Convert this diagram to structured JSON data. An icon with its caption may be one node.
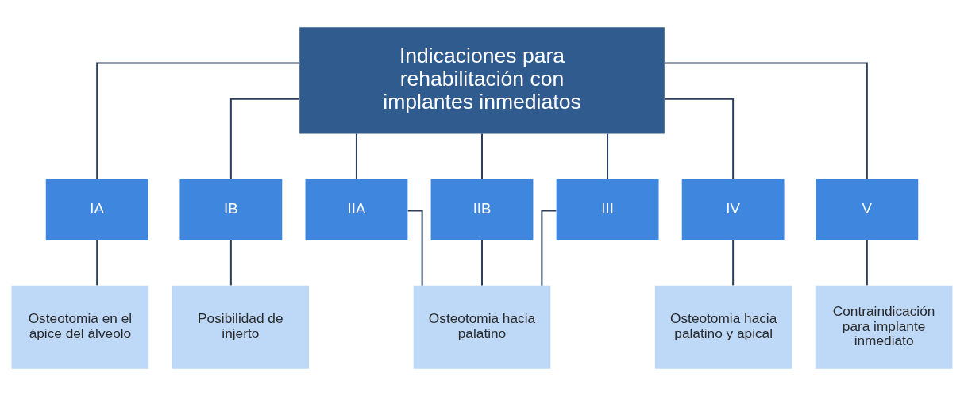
{
  "diagram": {
    "nodes": [
      {
        "text": [
          "Indicaciones para rehabilitación con implantes inmediatos"
        ]
      },
      {
        "text": [
          "IA"
        ]
      },
      {
        "text": [
          "IB"
        ]
      },
      {
        "text": [
          "IIA"
        ]
      },
      {
        "text": [
          "IIB"
        ]
      },
      {
        "text": [
          "III"
        ]
      },
      {
        "text": [
          "IV"
        ]
      },
      {
        "text": [
          "V"
        ]
      },
      {
        "text": [
          "Osteotomia en el ápice del álveolo"
        ]
      },
      {
        "text": [
          "Posibilidad de injerto"
        ]
      },
      {
        "text": [
          "Osteotomia hacia palatino"
        ]
      },
      {
        "text": [
          "Osteotomia hacia palatino y apical"
        ]
      },
      {
        "text": [
          "Contraindicación para implante inmediato"
        ]
      }
    ],
    "edges": [
      {
        "from": 0,
        "to": 1,
        "arrow": "none"
      },
      {
        "from": 0,
        "to": 2,
        "arrow": "none"
      },
      {
        "from": 0,
        "to": 3,
        "arrow": "none"
      },
      {
        "from": 0,
        "to": 4,
        "arrow": "none"
      },
      {
        "from": 0,
        "to": 5,
        "arrow": "none"
      },
      {
        "from": 0,
        "to": 6,
        "arrow": "none"
      },
      {
        "from": 0,
        "to": 7,
        "arrow": "none"
      },
      {
        "from": 1,
        "to": 8,
        "arrow": "none"
      },
      {
        "from": 2,
        "to": 9,
        "arrow": "none"
      },
      {
        "from": 3,
        "to": 10,
        "arrow": "none"
      },
      {
        "from": 4,
        "to": 10,
        "arrow": "none"
      },
      {
        "from": 5,
        "to": 10,
        "arrow": "none"
      },
      {
        "from": 6,
        "to": 11,
        "arrow": "none"
      },
      {
        "from": 7,
        "to": 12,
        "arrow": "none"
      }
    ]
  }
}
